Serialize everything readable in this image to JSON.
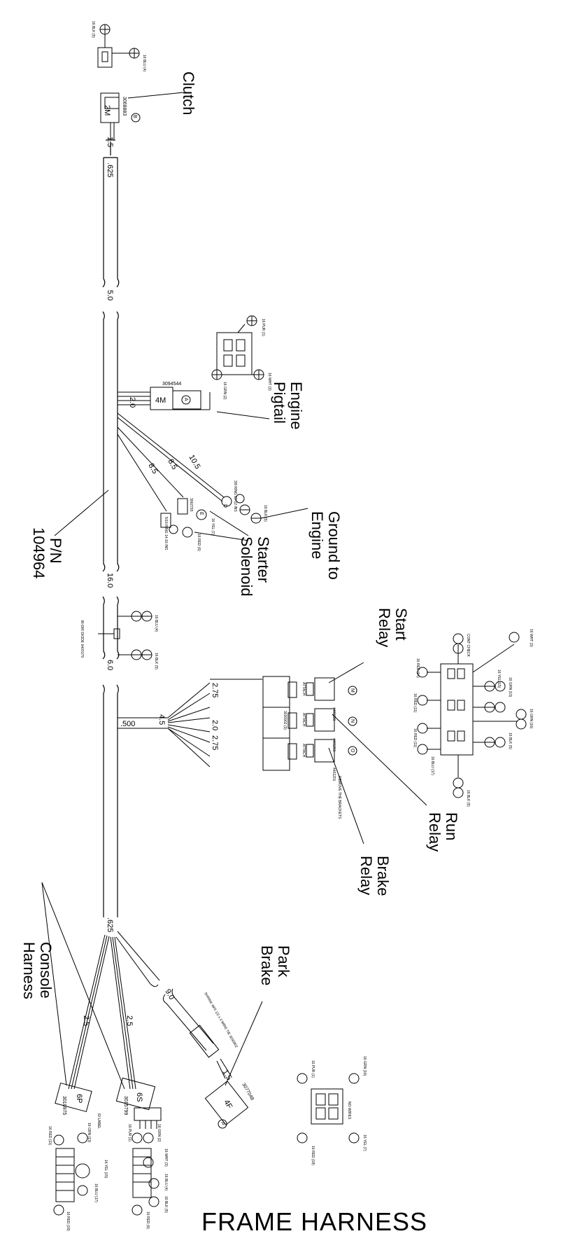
{
  "title": "FRAME HARNESS",
  "part_number": "P/N 104964",
  "labels": {
    "clutch": "Clutch",
    "engine_pigtail": "Engine Pigtail",
    "ground_to_engine": "Ground to Engine",
    "starter_solenoid": "Starter Solenoid",
    "start_relay": "Start Relay",
    "run_relay": "Run Relay",
    "brake_relay": "Brake Relay",
    "park_brake": "Park Brake",
    "console_harness": "Console Harness"
  },
  "callout_letters": {
    "clutch": "B",
    "engine": "A",
    "ground": "D",
    "solenoid": "E",
    "start_relay": "M",
    "run_relay": "N",
    "brake_relay": "O",
    "park_brake": "P"
  },
  "dimensions": [
    "1.5",
    ".625",
    "5.0",
    "2.0",
    "10.5",
    "8.5",
    "8.5",
    "16.0",
    ".500",
    "4.5",
    "2.75",
    "2.0",
    "2.75",
    "6.0",
    ".625",
    "2.5",
    "2.5",
    "9.0",
    "1.5"
  ],
  "part_numbers": {
    "clutch_connector": "3068883",
    "clutch_plug": "2M",
    "engine_connector": "3094544",
    "engine_plug": "4M",
    "ring_38": "3/8 RING 10-12 INS",
    "ring_516": "5/16 RING 14-16 INS",
    "solenoid_terminal": "3062793",
    "diode": "BI-DIR DIODE 6400179",
    "relay_socket": "3030902 (3)",
    "relay": "4401201",
    "attach": "ATTACH",
    "remove_brackets": "REMOVE THE BRACKETS",
    "park_brake_connector": "3077048",
    "park_brake_plug": "4F",
    "shrink_tube": "SHRINK W/S 1/2 x 3 WIRE TIE 3030902",
    "console_6s": "6S",
    "console_6p": "6P",
    "console_conn_a": "3015799",
    "console_conn_b": "3010975",
    "id_label": "ID LABEL"
  },
  "wires": [
    "16 BLK (5)",
    "16 BLU (4)",
    "16 PUR (1)",
    "16 WHT (3)",
    "16 GRN (2)",
    "16 BLK (5)",
    "16 YEL (7)",
    "16 RED (6)",
    "16 BLU (4)",
    "16 BLK (5)",
    "16 RED (14)",
    "16 YEL (15)",
    "16 GRN (13)",
    "16 WHT (3)",
    "16 RED (11)",
    "16 GRN (16)",
    "16 BLK (5)",
    "16 RED (11)",
    "16 BLU (17)",
    "16 BLK (5)",
    "CONT CHECK",
    "16 PUR (1)",
    "16 GRN (16)",
    "16 YEL (7)",
    "16 RED (18)",
    "NO WIRES",
    "16 GRN (13)",
    "16 RED (11)",
    "16 YEL (15)",
    "16 BLU (17)",
    "16 RED (18)",
    "16 PUR (1)",
    "16 GRN (2)",
    "16 WHT (3)",
    "16 BLU (4)",
    "16 BLK (5)",
    "16 RED (6)"
  ]
}
